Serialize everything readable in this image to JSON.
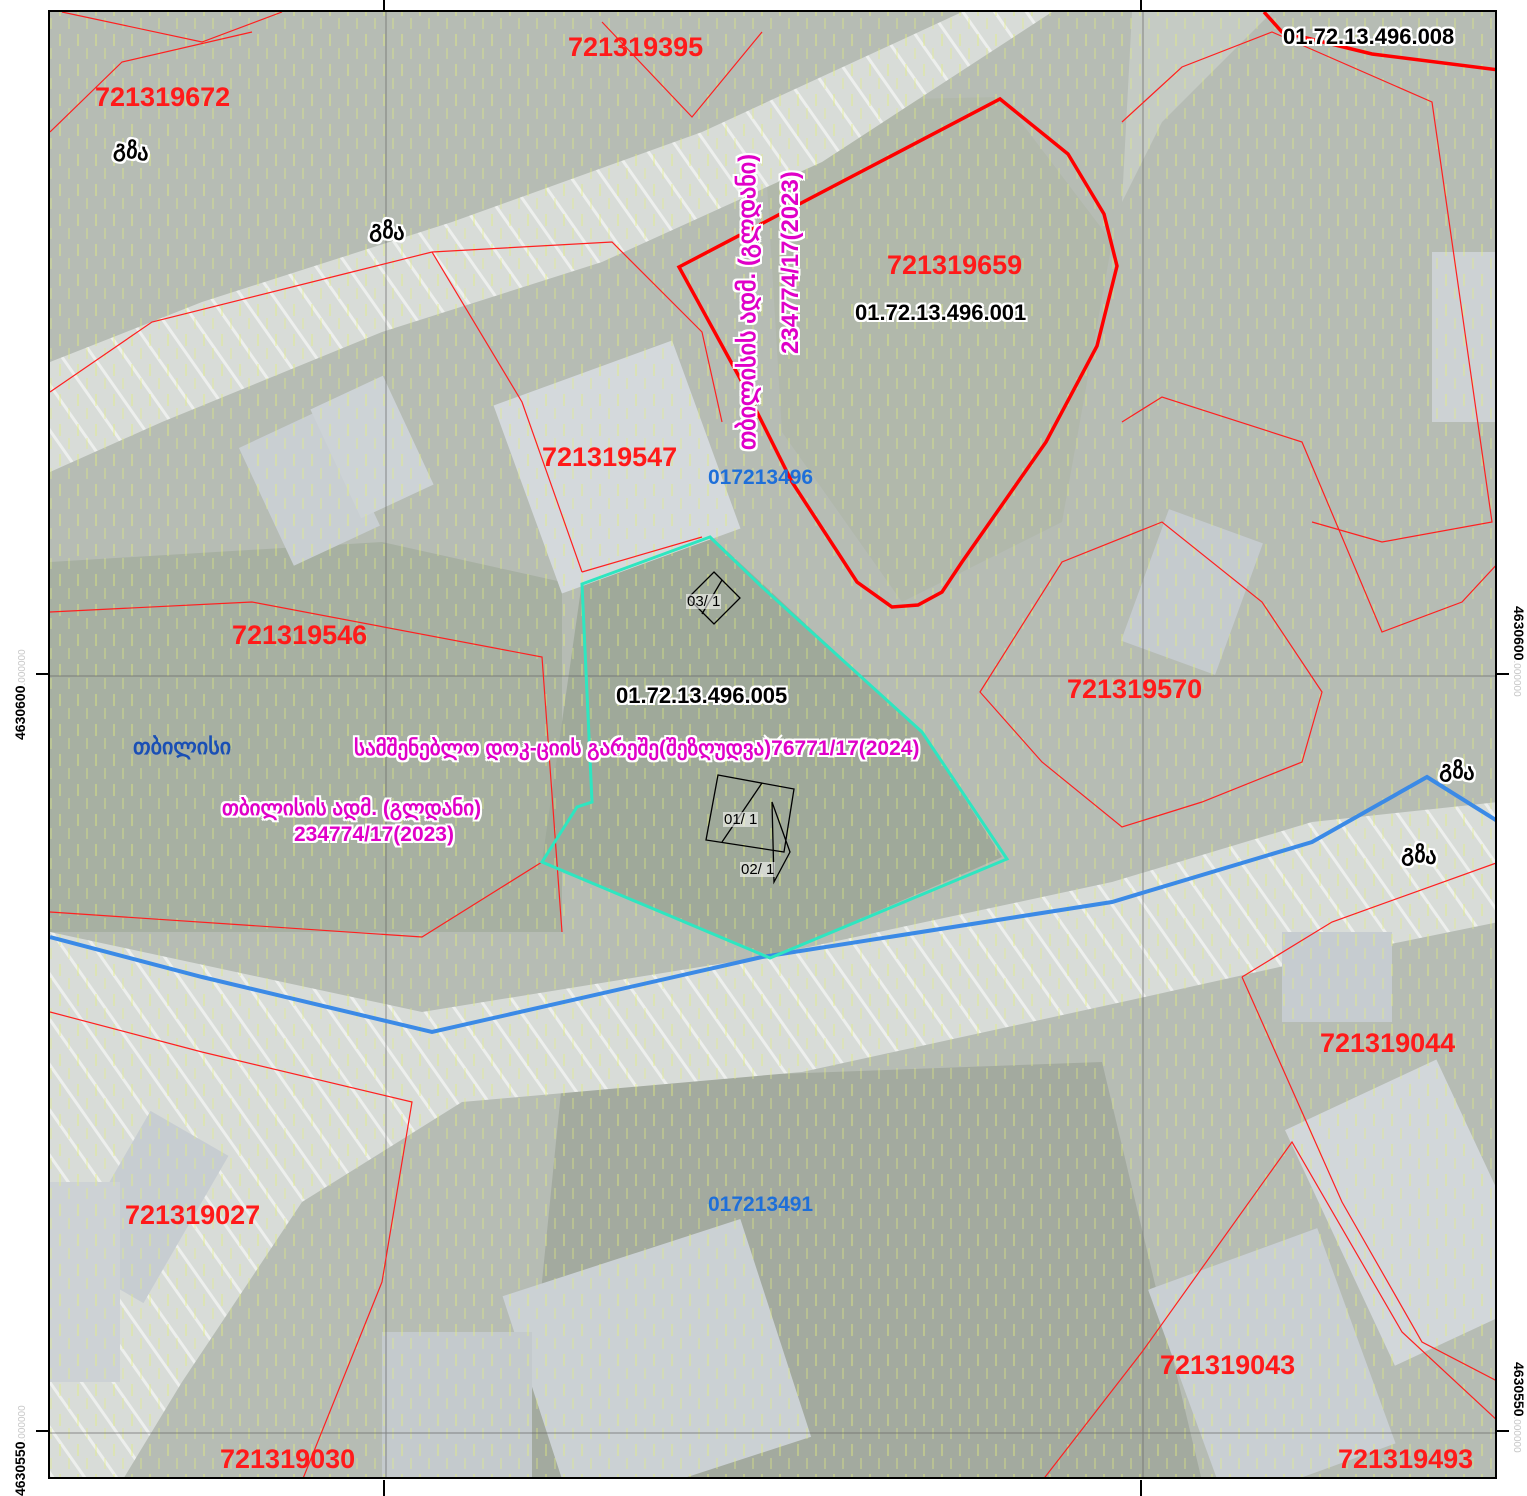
{
  "parcels": {
    "p672": "721319672",
    "p395": "721319395",
    "p659": "721319659",
    "p547": "721319547",
    "p546": "721319546",
    "p570": "721319570",
    "p044": "721319044",
    "p027": "721319027",
    "p043": "721319043",
    "p030": "721319030",
    "p493": "721319493"
  },
  "cadastral": {
    "c008": "01.72.13.496.008",
    "c001": "01.72.13.496.001",
    "c005": "01.72.13.496.005"
  },
  "blocks": {
    "b496": "017213496",
    "b491": "017213491"
  },
  "roads": {
    "r1": "გზა",
    "r2": "გზა",
    "r3": "გზა",
    "r4": "გზა"
  },
  "city": "თბილისი",
  "restrictions": {
    "vertical_line1": "თბილისის ადმ. (გლდანი)",
    "vertical_line2": "234774/17(2023)",
    "left_line1": "თბილისის ადმ. (გლდანი)",
    "left_line2": "234774/17(2023)",
    "center": "სამშენებლო დოკ-ციის გარეშე(შეზღუდვა)76771/17(2024)"
  },
  "buildings": {
    "b1": "03/ 1",
    "b2": "01/ 1",
    "b3": "02/ 1"
  },
  "coords": {
    "y600": "4630600",
    "y550": "4630550",
    "decimals": ".000000"
  },
  "colors": {
    "parcel_red": "#ff1a1a",
    "target_parcel": "#2ee6c0",
    "water_line": "#3b8ae6",
    "restriction_magenta": "#e000c8"
  }
}
